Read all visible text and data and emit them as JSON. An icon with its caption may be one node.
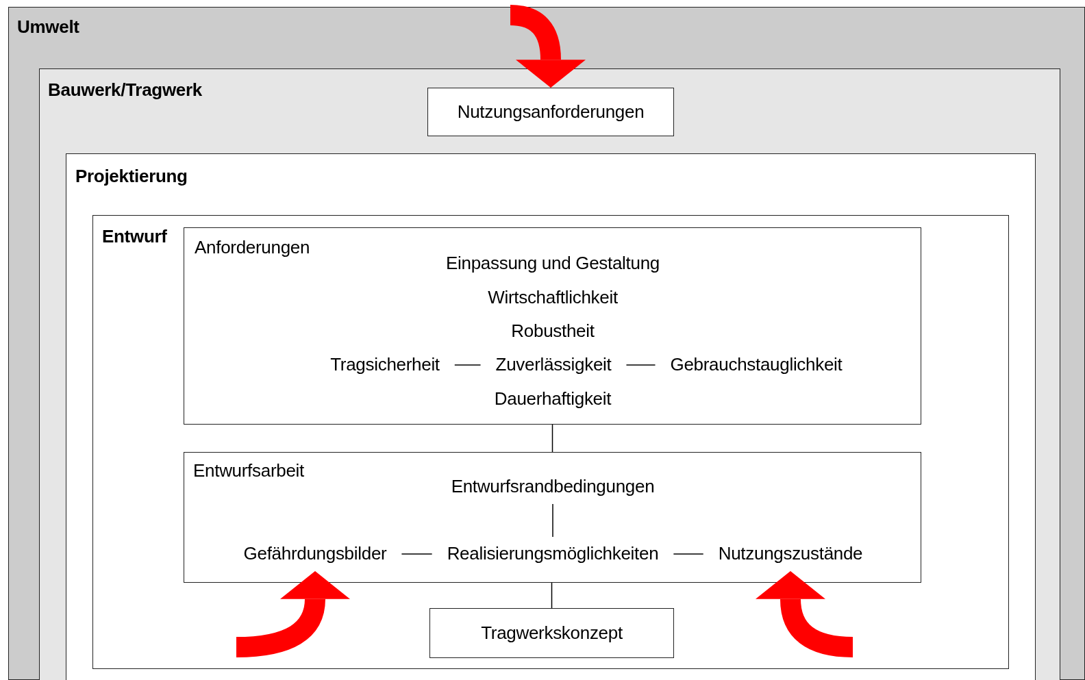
{
  "diagram": {
    "nodes": [
      {
        "text": [
          "Umwelt"
        ]
      },
      {
        "text": [
          "Bauwerk/Tragwerk"
        ],
        "in": 0
      },
      {
        "text": [
          "Nutzungsanforderungen"
        ],
        "in": 1
      },
      {
        "text": [
          "Projektierung"
        ],
        "in": 1
      },
      {
        "text": [
          "Entwurf"
        ],
        "in": 3
      },
      {
        "text": [
          "Anforderungen",
          "Einpassung und Gestaltung",
          "Wirtschaftlichkeit",
          "Robustheit",
          "Dauerhaftigkeit"
        ],
        "in": 4
      },
      {
        "text": [
          "Tragsicherheit"
        ],
        "in": 5
      },
      {
        "text": [
          "Zuverlässigkeit"
        ],
        "in": 5
      },
      {
        "text": [
          "Gebrauchstauglichkeit"
        ],
        "in": 5
      },
      {
        "text": [
          "Entwurfsarbeit"
        ],
        "in": 4
      },
      {
        "text": [
          "Entwurfsrandbedingungen"
        ],
        "in": 9
      },
      {
        "text": [
          "Gefährdungsbilder"
        ],
        "in": 9
      },
      {
        "text": [
          "Realisierungsmöglichkeiten"
        ],
        "in": 9
      },
      {
        "text": [
          "Nutzungszustände"
        ],
        "in": 9
      },
      {
        "text": [
          "Tragwerkskonzept"
        ],
        "in": 4
      }
    ],
    "edges": [
      {
        "from": 6,
        "to": 7,
        "arrow": "none"
      },
      {
        "from": 7,
        "to": 8,
        "arrow": "none"
      },
      {
        "from": 5,
        "to": 9,
        "arrow": "none"
      },
      {
        "from": 10,
        "to": 12,
        "arrow": "none"
      },
      {
        "from": 11,
        "to": 12,
        "arrow": "none"
      },
      {
        "from": 12,
        "to": 13,
        "arrow": "none"
      },
      {
        "from": 9,
        "to": 14,
        "arrow": "none"
      },
      {
        "from": null,
        "to": 2,
        "arrow": "to",
        "style": "thick",
        "color": "#ff0000"
      },
      {
        "from": null,
        "to": 11,
        "arrow": "to",
        "style": "thick",
        "color": "#ff0000"
      },
      {
        "from": null,
        "to": 13,
        "arrow": "to",
        "style": "thick",
        "color": "#ff0000"
      }
    ]
  }
}
